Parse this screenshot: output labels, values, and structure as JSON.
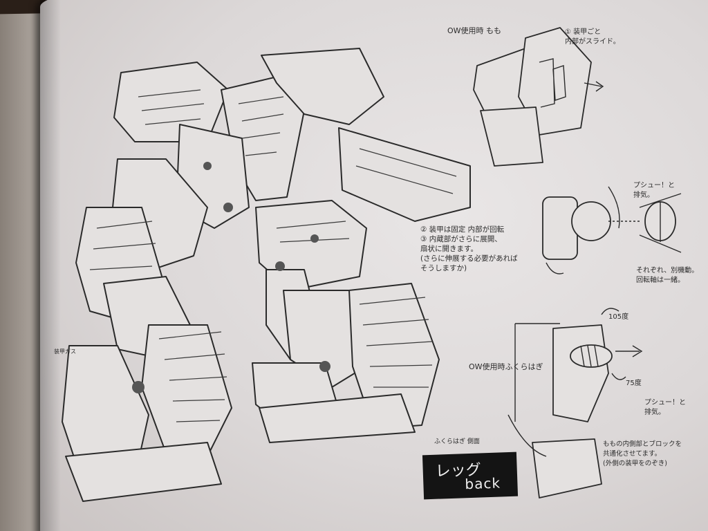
{
  "labels": {
    "box_line1": "レッグ",
    "box_line2": "back"
  },
  "notes": {
    "top_title": "OW使用時 もも",
    "top_right": "① 装甲ごと\n内部がスライド。",
    "mid_right_1": "プシュー！と\n排気。",
    "mid_right_2": "それぞれ、別機動。\n回転軸は一緒。",
    "center_notes": "② 装甲は固定 内部が回転\n③ 内蔵部がさらに展開、\n扇状に開きます。\n(さらに伸展する必要があれば\nそうしますか)",
    "bottom_title": "OW使用時ふくらはぎ",
    "angle_1": "105度",
    "angle_2": "75度",
    "bottom_right_1": "プシュー！と\n排気。",
    "bottom_right_2": "ももの内側部とブロックを\n共通化させてます。\n(外側の装甲をのぞき)",
    "bottom_small": "ふくらはぎ 側面",
    "left_small": "装甲ガス"
  }
}
